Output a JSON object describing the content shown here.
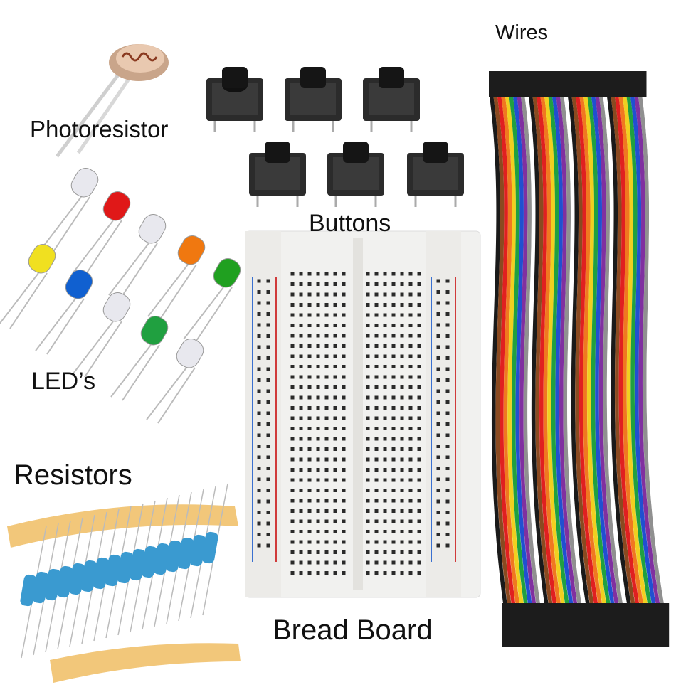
{
  "labels": {
    "photoresistor": "Photoresistor",
    "buttons": "Buttons",
    "wires": "Wires",
    "leds": "LED’s",
    "resistors": "Resistors",
    "bread_board": "Bread Board"
  },
  "colors": {
    "led_colors": [
      "#e8e8ee",
      "#e01818",
      "#e8e8ee",
      "#f07810",
      "#20a020",
      "#f0e020",
      "#1060d0",
      "#e8e8ee",
      "#20a040",
      "#e8e8ee"
    ],
    "wire_colors": [
      "#1a1a1a",
      "#8a4a20",
      "#e02020",
      "#f07820",
      "#f0d020",
      "#20a040",
      "#2050d0",
      "#8030a0",
      "#909090",
      "#ffffff"
    ],
    "resistor_body": "#3a9ad0",
    "resistor_tape": "#f0c070",
    "button_body": "#222222",
    "breadboard_body": "#f4f4f2"
  }
}
